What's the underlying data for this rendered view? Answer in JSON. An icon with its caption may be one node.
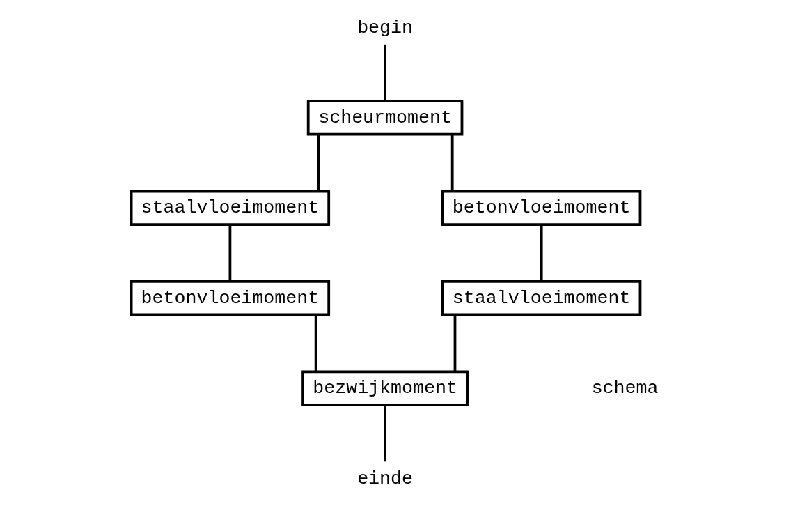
{
  "diagram": {
    "nodes": [
      {
        "text": [
          "begin"
        ]
      },
      {
        "text": [
          "scheurmoment"
        ]
      },
      {
        "text": [
          "staalvloeimoment"
        ]
      },
      {
        "text": [
          "betonvloeimoment"
        ]
      },
      {
        "text": [
          "betonvloeimoment"
        ]
      },
      {
        "text": [
          "staalvloeimoment"
        ]
      },
      {
        "text": [
          "bezwijkmoment"
        ]
      },
      {
        "text": [
          "einde"
        ]
      }
    ],
    "edges": [
      {
        "from": 0,
        "to": 1,
        "arrow": "none"
      },
      {
        "from": 1,
        "to": 2,
        "arrow": "none"
      },
      {
        "from": 1,
        "to": 3,
        "arrow": "none"
      },
      {
        "from": 2,
        "to": 4,
        "arrow": "none"
      },
      {
        "from": 3,
        "to": 5,
        "arrow": "none"
      },
      {
        "from": 4,
        "to": 6,
        "arrow": "none"
      },
      {
        "from": 5,
        "to": 6,
        "arrow": "none"
      },
      {
        "from": 6,
        "to": 7,
        "arrow": "none"
      }
    ],
    "labels": [
      "schema"
    ]
  }
}
